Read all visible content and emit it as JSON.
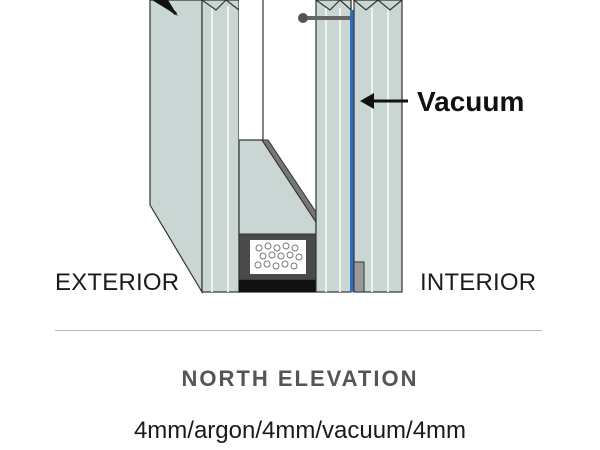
{
  "labels": {
    "exterior": "EXTERIOR",
    "interior": "INTERIOR",
    "vacuum": "Vacuum"
  },
  "caption": {
    "title": "NORTH ELEVATION",
    "subtitle": "4mm/argon/4mm/vacuum/4mm"
  },
  "colors": {
    "glass_face": "#c9d6d4",
    "glass_edge": "#e4ecea",
    "outline": "#333333",
    "spacer": "#4a4a4a",
    "seal": "#111111",
    "vacuum_line": "#2f6db7",
    "pin": "#666666",
    "vacuum_edge_seal": "#9a9a9a"
  },
  "icons": {
    "arrow": "arrow-left-icon",
    "desiccant": "desiccant-beads-icon"
  }
}
